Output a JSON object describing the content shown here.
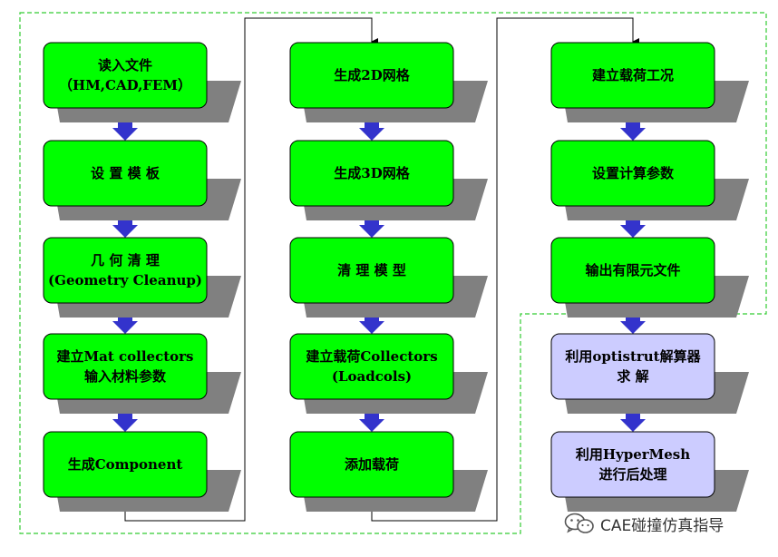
{
  "colors": {
    "green_fill": "#00ff00",
    "lavender_fill": "#ccccff",
    "arrow": "#3333cc",
    "shadow": "#808080",
    "dash": "#33cc33",
    "line": "#000000"
  },
  "columns": [
    {
      "nodes": [
        {
          "lines": [
            "读入文件",
            "（HM,CAD,FEM）"
          ],
          "style": "green"
        },
        {
          "lines": [
            "设 置 模 板"
          ],
          "style": "green"
        },
        {
          "lines": [
            "几 何 清 理",
            "(Geometry Cleanup)"
          ],
          "style": "green"
        },
        {
          "lines": [
            "建立Mat collectors",
            "输入材料参数"
          ],
          "style": "green"
        },
        {
          "lines": [
            "生成Component"
          ],
          "style": "green"
        }
      ]
    },
    {
      "nodes": [
        {
          "lines": [
            "生成2D网格"
          ],
          "style": "green"
        },
        {
          "lines": [
            "生成3D网格"
          ],
          "style": "green"
        },
        {
          "lines": [
            "清 理 模 型"
          ],
          "style": "green"
        },
        {
          "lines": [
            "建立载荷Collectors",
            "(Loadcols)"
          ],
          "style": "green"
        },
        {
          "lines": [
            "添加载荷"
          ],
          "style": "green"
        }
      ]
    },
    {
      "nodes": [
        {
          "lines": [
            "建立载荷工况"
          ],
          "style": "green"
        },
        {
          "lines": [
            "设置计算参数"
          ],
          "style": "green"
        },
        {
          "lines": [
            "输出有限元文件"
          ],
          "style": "green"
        },
        {
          "lines": [
            "利用optistrut解算器",
            "求    解"
          ],
          "style": "lavender"
        },
        {
          "lines": [
            "利用HyperMesh",
            "进行后处理"
          ],
          "style": "lavender"
        }
      ]
    }
  ],
  "watermark": {
    "icon": "wechat-icon",
    "text": "CAE碰撞仿真指导"
  }
}
